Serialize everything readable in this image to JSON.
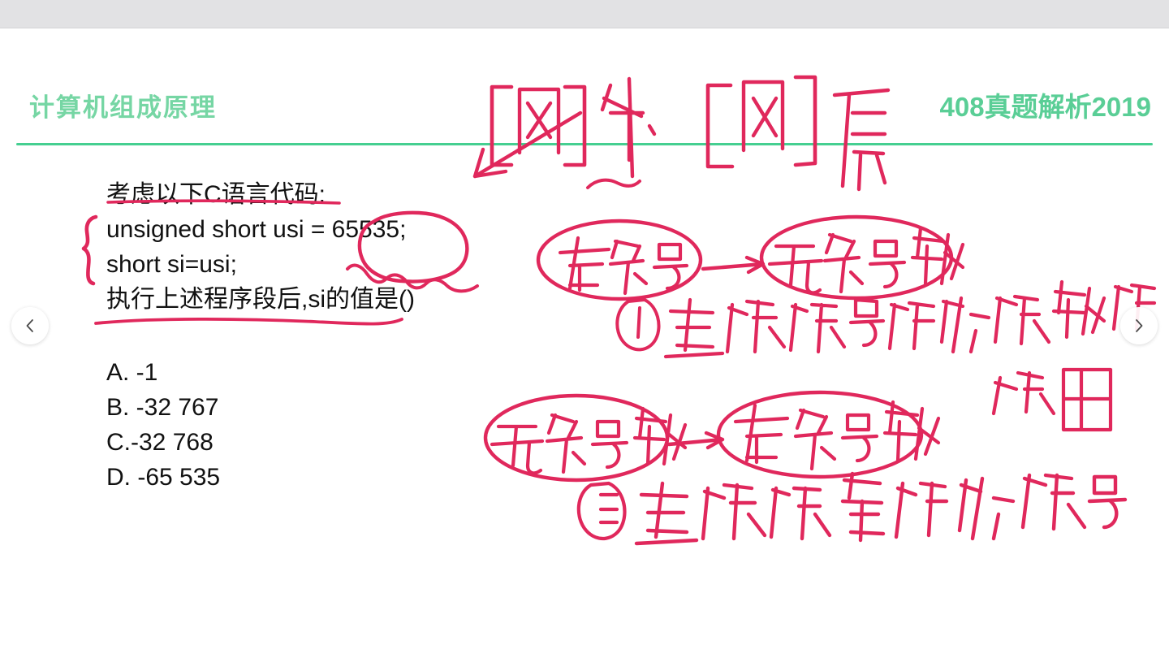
{
  "window": {
    "statusbar_color": "#e2e2e4"
  },
  "header": {
    "left_title": "计算机组成原理",
    "right_title": "408真题解析2019",
    "left_color": "#76d6a4",
    "right_color": "#5ace96",
    "rule_color": "#45cf91"
  },
  "question": {
    "lines": [
      "考虑以下C语言代码:",
      "unsigned short usi = 65535;",
      "short si=usi;",
      "执行上述程序段后,si的值是()"
    ],
    "options": [
      "A. -1",
      "B. -32 767",
      "C.-32 768",
      "D. -65 535"
    ]
  },
  "nav": {
    "prev_label": "‹",
    "next_label": "›",
    "prev_icon": "chevron-left-icon",
    "next_icon": "chevron-right-icon"
  },
  "annotations": {
    "ink_color": "#e0285c",
    "top_notation_1": "[X]补",
    "top_notation_2": "[X]原",
    "bubble_row1_left": "有符号",
    "bubble_row1_right": "无符号数",
    "note_1": "① 直接把符号位当作数值位",
    "note_1b": "使用",
    "bubble_row2_left": "无符号数",
    "bubble_row2_right": "有符号数",
    "note_2": "② 直接把高位当作符号位"
  }
}
